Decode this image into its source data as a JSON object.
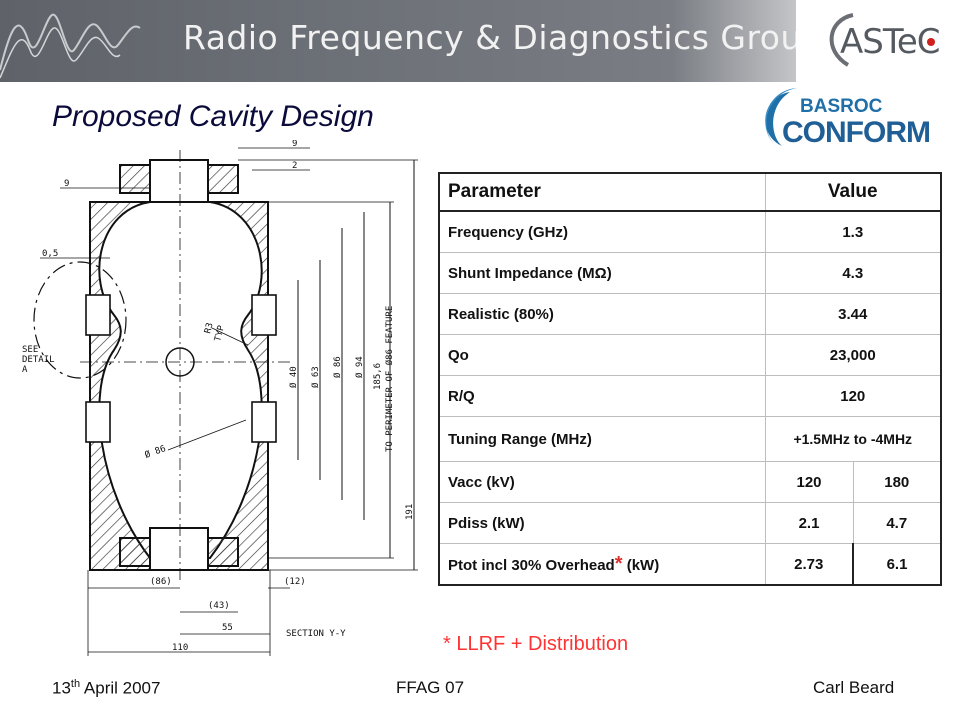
{
  "header": {
    "title": "Radio Frequency & Diagnostics Group",
    "logo_text": "ASTeC"
  },
  "slide": {
    "title": "Proposed Cavity Design",
    "partner_logo": {
      "line1": "BASROC",
      "line2": "CONFORM"
    }
  },
  "drawing": {
    "dims": [
      "9",
      "2",
      "9",
      "0,5",
      "R3",
      "TYP",
      "Ø 40",
      "Ø 63",
      "Ø 86",
      "Ø 94",
      "185,6",
      "TO PERIMETER OF Ø86 FEATURE",
      "191",
      "Ø 86",
      "(86)",
      "(12)",
      "(43)",
      "55",
      "110",
      "SECTION Y-Y"
    ],
    "detail_note": [
      "SEE",
      "DETAIL",
      "A"
    ]
  },
  "table": {
    "header": {
      "parameter": "Parameter",
      "value": "Value"
    },
    "rows": [
      {
        "param": "Frequency (GHz)",
        "value": "1.3"
      },
      {
        "param": "Shunt Impedance (MΩ)",
        "value": "4.3"
      },
      {
        "param": "Realistic (80%)",
        "value": "3.44"
      },
      {
        "param": "Qo",
        "value": "23,000"
      },
      {
        "param": "R/Q",
        "value": "120"
      },
      {
        "param": "Tuning Range (MHz)",
        "value": "+1.5MHz to -4MHz"
      }
    ],
    "split_rows": [
      {
        "param": "Vacc (kV)",
        "v1": "120",
        "v2": "180"
      },
      {
        "param": "Pdiss (kW)",
        "v1": "2.1",
        "v2": "4.7"
      }
    ],
    "last_row": {
      "param_a": "Ptot incl 30% Overhead",
      "star": "*",
      "param_b": "(kW)",
      "v1": "2.73",
      "v2": "6.1"
    }
  },
  "footnote": "* LLRF + Distribution",
  "footer": {
    "date_day": "13",
    "date_suffix": "th",
    "date_rest": "April 2007",
    "event": "FFAG 07",
    "author": "Carl Beard"
  }
}
